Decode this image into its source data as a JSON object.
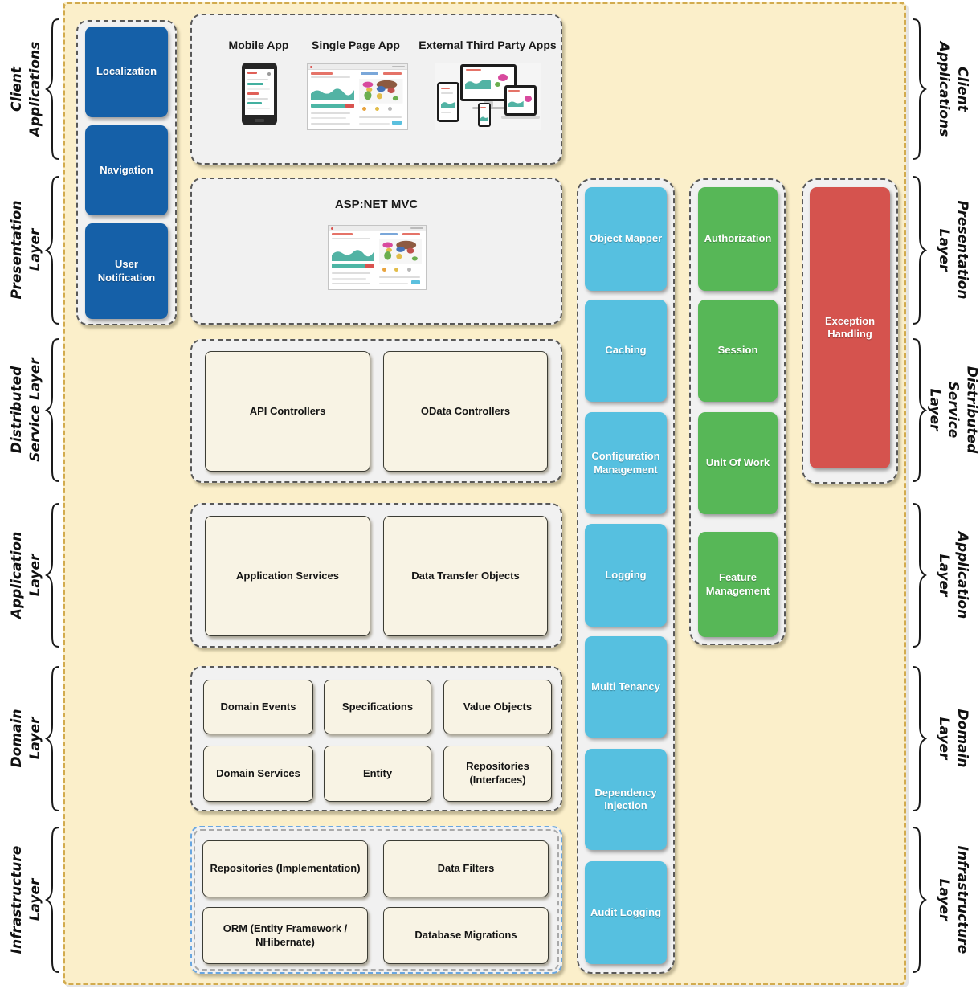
{
  "title": "Layered Architecture Diagram",
  "colors": {
    "stage_background": "#fbefca",
    "stage_border": "#d2ab4e",
    "panel_background": "#f1f1f1",
    "panel_border": "#585858",
    "blue_box": "#1560a8",
    "cyan_box": "#56c0e0",
    "green_box": "#57b757",
    "red_box": "#d5534e",
    "cream_box": "#f8f3e4",
    "infrastructure_highlight_border": "#69a6e0",
    "chart_teal": "#4db6a5"
  },
  "layer_labels": [
    "Client\nApplications",
    "Presentation\nLayer",
    "Distributed\nService Layer",
    "Application\nLayer",
    "Domain\nLayer",
    "Infrastructure\nLayer"
  ],
  "presentation_rail": {
    "boxes": [
      "Localization",
      "Navigation",
      "User Notification"
    ]
  },
  "client_applications_panel": {
    "captions": [
      "Mobile App",
      "Single Page App",
      "External Third Party Apps"
    ],
    "images": [
      "mobile-phone-screenshot",
      "dashboard-screenshot",
      "multi-device-screenshot"
    ]
  },
  "presentation_panel": {
    "title": "ASP:NET MVC",
    "image": "dashboard-screenshot"
  },
  "distributed_service_panel": {
    "boxes": [
      "API Controllers",
      "OData Controllers"
    ]
  },
  "application_panel": {
    "boxes": [
      "Application Services",
      "Data Transfer Objects"
    ]
  },
  "domain_panel": {
    "boxes": [
      "Domain Events",
      "Specifications",
      "Value Objects",
      "Domain Services",
      "Entity",
      "Repositories (Interfaces)"
    ]
  },
  "infrastructure_panel": {
    "boxes": [
      "Repositories (Implementation)",
      "Data Filters",
      "ORM (Entity Framework / NHibernate)",
      "Database Migrations"
    ]
  },
  "cross_cutting": {
    "utility_boxes": [
      "Object Mapper",
      "Caching",
      "Configuration Management",
      "Logging",
      "Multi Tenancy",
      "Dependency Injection",
      "Audit Logging"
    ],
    "session_boxes": [
      "Authorization",
      "Session",
      "Unit Of Work",
      "Feature Management"
    ],
    "error_boxes": [
      "Exception Handling"
    ]
  }
}
